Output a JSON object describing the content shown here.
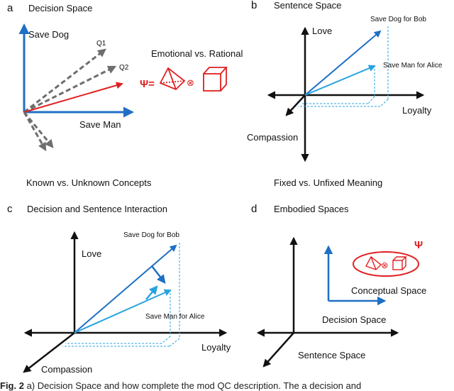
{
  "panels": {
    "a": {
      "letter": "a",
      "title": "Decision Space",
      "axis_y": "Save Dog",
      "axis_x": "Save Man",
      "q1": "Q1",
      "q2": "Q2",
      "psi_label": "Emotional vs. Rational",
      "psi_symbol": "Ψ=",
      "tensor": "⊗",
      "footer": "Known vs. Unknown Concepts"
    },
    "b": {
      "letter": "b",
      "title": "Sentence Space",
      "axis_love": "Love",
      "axis_loyalty": "Loyalty",
      "axis_compassion": "Compassion",
      "vec_dog": "Save Dog for Bob",
      "vec_man": "Save Man for Alice",
      "footer": "Fixed vs. Unfixed Meaning"
    },
    "c": {
      "letter": "c",
      "title": "Decision and Sentence Interaction",
      "axis_love": "Love",
      "axis_loyalty": "Loyalty",
      "axis_compassion": "Compassion",
      "vec_dog": "Save Dog for Bob",
      "vec_man": "Save Man for Alice"
    },
    "d": {
      "letter": "d",
      "title": "Embodied Spaces",
      "psi_symbol": "Ψ",
      "tensor": "⊗",
      "conceptual": "Conceptual Space",
      "decision": "Decision Space",
      "sentence": "Sentence Space"
    }
  },
  "caption": {
    "fig_label": "Fig. 2",
    "text": "a) Decision Space and how complete the mod QC description. The a decision and"
  },
  "colors": {
    "axis_blue": "#1f6fc4",
    "light_blue": "#29a3e0",
    "red": "#e02020",
    "gray_dash": "#6e6e6e",
    "black": "#111111"
  }
}
